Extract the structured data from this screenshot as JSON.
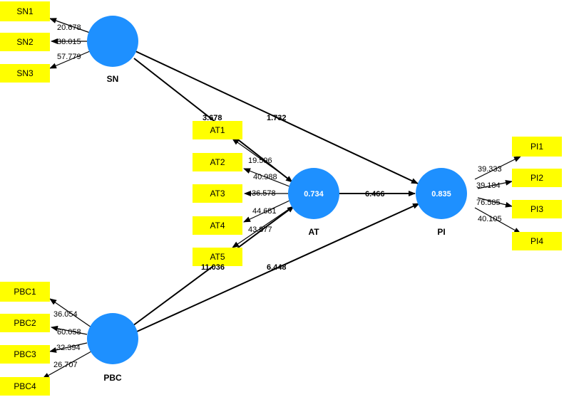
{
  "colors": {
    "latent": "#1e90ff",
    "indicator": "#ffff00",
    "line": "#000000",
    "r2_text": "#ffffff"
  },
  "constructs": {
    "SN": {
      "label": "SN",
      "r2": ""
    },
    "AT": {
      "label": "AT",
      "r2": "0.734"
    },
    "PBC": {
      "label": "PBC",
      "r2": ""
    },
    "PI": {
      "label": "PI",
      "r2": "0.835"
    }
  },
  "indicators": {
    "SN1": "SN1",
    "SN2": "SN2",
    "SN3": "SN3",
    "AT1": "AT1",
    "AT2": "AT2",
    "AT3": "AT3",
    "AT4": "AT4",
    "AT5": "AT5",
    "PBC1": "PBC1",
    "PBC2": "PBC2",
    "PBC3": "PBC3",
    "PBC4": "PBC4",
    "PI1": "PI1",
    "PI2": "PI2",
    "PI3": "PI3",
    "PI4": "PI4"
  },
  "loadings": {
    "SN1": "20.678",
    "SN2": "38.015",
    "SN3": "57.779",
    "AT1": "19.596",
    "AT2": "40.988",
    "AT3": "36.578",
    "AT4": "44.681",
    "AT5": "43.877",
    "PBC1": "36.054",
    "PBC2": "60.058",
    "PBC3": "32.394",
    "PBC4": "26.707",
    "PI1": "39.333",
    "PI2": "39.184",
    "PI3": "76.585",
    "PI4": "40.105"
  },
  "paths": {
    "SN_AT": "3.678",
    "SN_PI": "1.732",
    "AT_PI": "6.466",
    "PBC_AT": "11.036",
    "PBC_PI": "6.448"
  }
}
